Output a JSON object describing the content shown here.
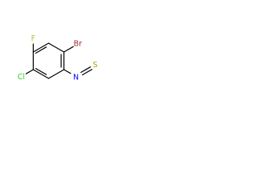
{
  "molecule": {
    "atoms": {
      "bromine": "Br",
      "fluorine": "F",
      "chlorine": "Cl",
      "nitrogen": "N",
      "sulfur": "S"
    },
    "colors": {
      "bond": "#000000",
      "Br": "#a52a2a",
      "F": "#9acd32",
      "Cl": "#32cd32",
      "N": "#0000ff",
      "S": "#b8a000"
    }
  }
}
